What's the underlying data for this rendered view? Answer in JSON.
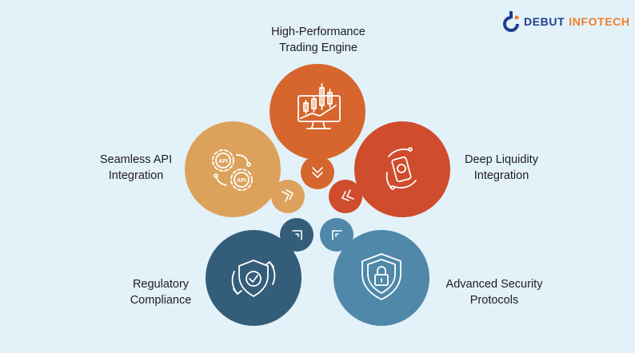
{
  "brand": {
    "name_part1": "DEBUT",
    "name_part2": "INFOTECH",
    "color_primary": "#1e3e8c",
    "color_accent": "#f07f2a"
  },
  "features": [
    {
      "label": "High-Performance\nTrading Engine",
      "icon": "trading-monitor-icon",
      "color": "#d6662d"
    },
    {
      "label": "Deep Liquidity\nIntegration",
      "icon": "liquidity-icon",
      "color": "#cf4c2c"
    },
    {
      "label": "Advanced Security\nProtocols",
      "icon": "shield-lock-icon",
      "color": "#4f88a9"
    },
    {
      "label": "Regulatory\nCompliance",
      "icon": "shield-check-icon",
      "color": "#345d79"
    },
    {
      "label": "Seamless API\nIntegration",
      "icon": "api-gears-icon",
      "color": "#dca25c"
    }
  ]
}
